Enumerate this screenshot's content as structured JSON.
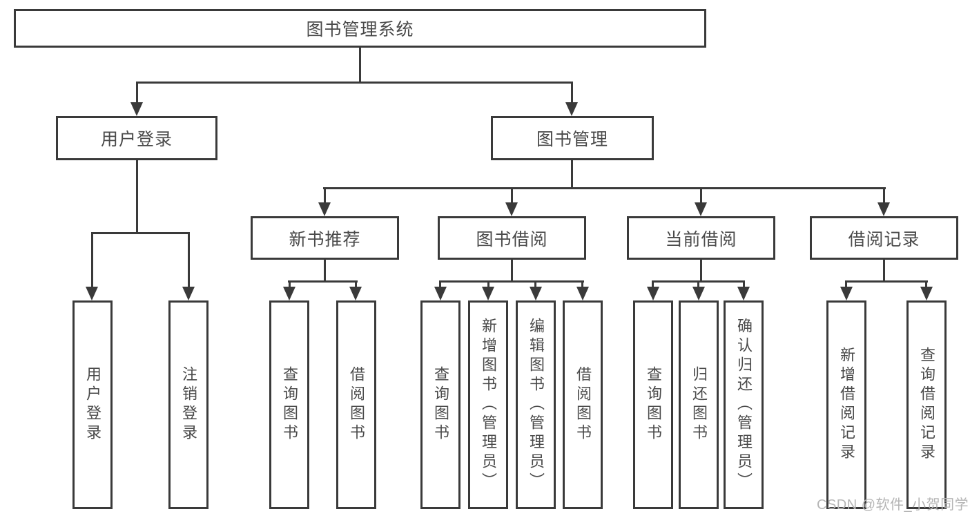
{
  "tree": {
    "label": "图书管理系统",
    "children": [
      {
        "label": "用户登录",
        "children": [
          {
            "label": "用户登录"
          },
          {
            "label": "注销登录"
          }
        ]
      },
      {
        "label": "图书管理",
        "children": [
          {
            "label": "新书推荐",
            "children": [
              {
                "label": "查询图书"
              },
              {
                "label": "借阅图书"
              }
            ]
          },
          {
            "label": "图书借阅",
            "children": [
              {
                "label": "查询图书"
              },
              {
                "label": "新增图书（管理员）"
              },
              {
                "label": "编辑图书（管理员）"
              },
              {
                "label": "借阅图书"
              }
            ]
          },
          {
            "label": "当前借阅",
            "children": [
              {
                "label": "查询图书"
              },
              {
                "label": "归还图书"
              },
              {
                "label": "确认归还（管理员）"
              }
            ]
          },
          {
            "label": "借阅记录",
            "children": [
              {
                "label": "新增借阅记录"
              },
              {
                "label": "查询借阅记录"
              }
            ]
          }
        ]
      }
    ]
  },
  "watermark": {
    "text": "CSDN @软件_小贺同学"
  },
  "colors": {
    "line": "#3a3a3a",
    "text": "#4a4a4a",
    "watermark": "#b5b5b5",
    "background": "#ffffff"
  }
}
